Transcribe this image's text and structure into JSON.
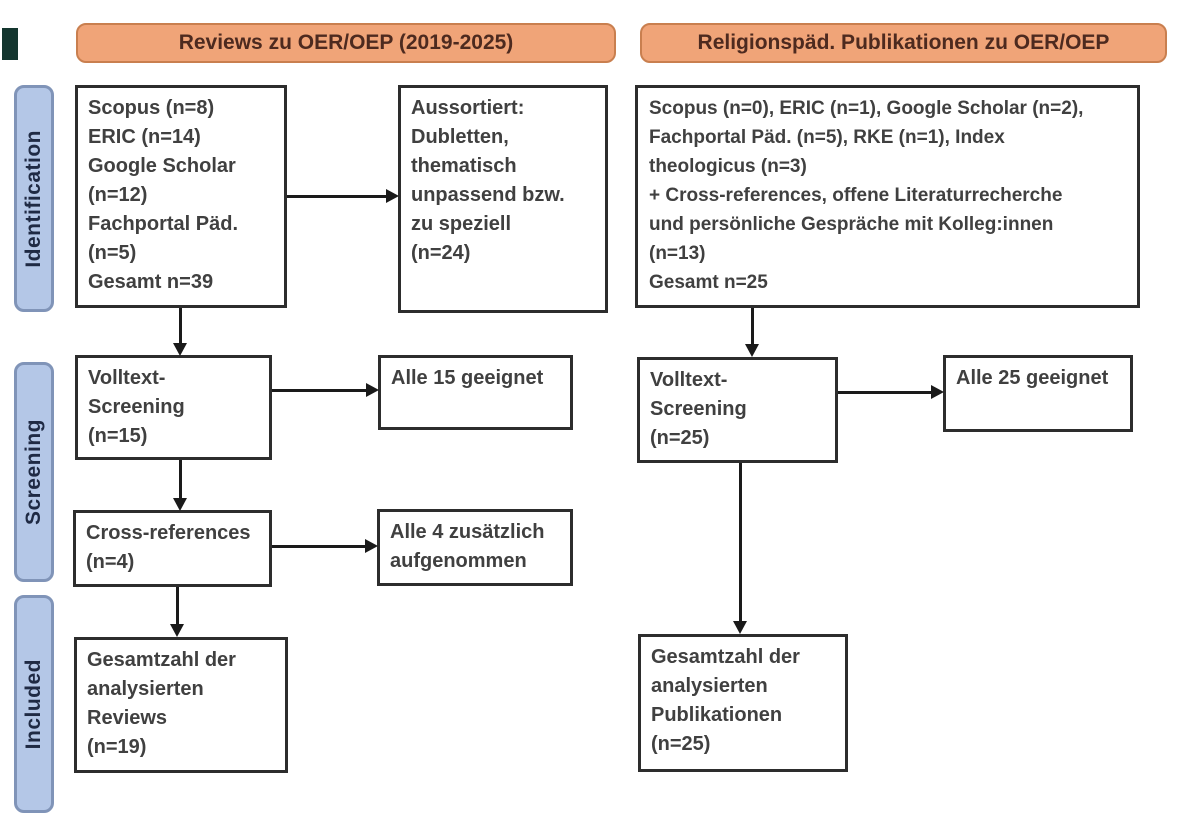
{
  "colors": {
    "header_fill": "#f0a478",
    "header_border": "#c97f4f",
    "header_text": "#4d2a1f",
    "stage_fill": "#b4c7e7",
    "stage_border": "#8094b8",
    "stage_text": "#1f2a44",
    "box_border": "#2d2d2d",
    "box_text": "#404040",
    "arrow": "#1a1a1a"
  },
  "headers": {
    "left": "Reviews zu OER/OEP (2019-2025)",
    "right": "Religionspäd. Publikationen zu OER/OEP"
  },
  "stages": {
    "identification": "Identification",
    "screening": "Screening",
    "included": "Included"
  },
  "left_column": {
    "sources": "Scopus (n=8)\nERIC (n=14)\nGoogle Scholar\n(n=12)\nFachportal Päd.\n(n=5)\nGesamt n=39",
    "excluded": "Aussortiert:\nDubletten,\nthematisch\nunpassend bzw.\nzu speziell\n(n=24)",
    "fulltext": "Volltext-\nScreening\n(n=15)",
    "fulltext_result": "Alle 15 geeignet",
    "crossref": "Cross-references\n(n=4)",
    "crossref_result": "Alle 4 zusätzlich\naufgenommen",
    "included_total": "Gesamtzahl der\nanalysierten\nReviews\n(n=19)"
  },
  "right_column": {
    "sources": "Scopus (n=0), ERIC (n=1), Google Scholar (n=2),\nFachportal Päd. (n=5), RKE (n=1), Index\ntheologicus (n=3)\n+ Cross-references, offene Literaturrecherche\nund persönliche Gespräche mit Kolleg:innen\n(n=13)\nGesamt n=25",
    "fulltext": "Volltext-\nScreening\n(n=25)",
    "fulltext_result": "Alle 25 geeignet",
    "included_total": "Gesamtzahl der\nanalysierten\nPublikationen\n(n=25)"
  }
}
